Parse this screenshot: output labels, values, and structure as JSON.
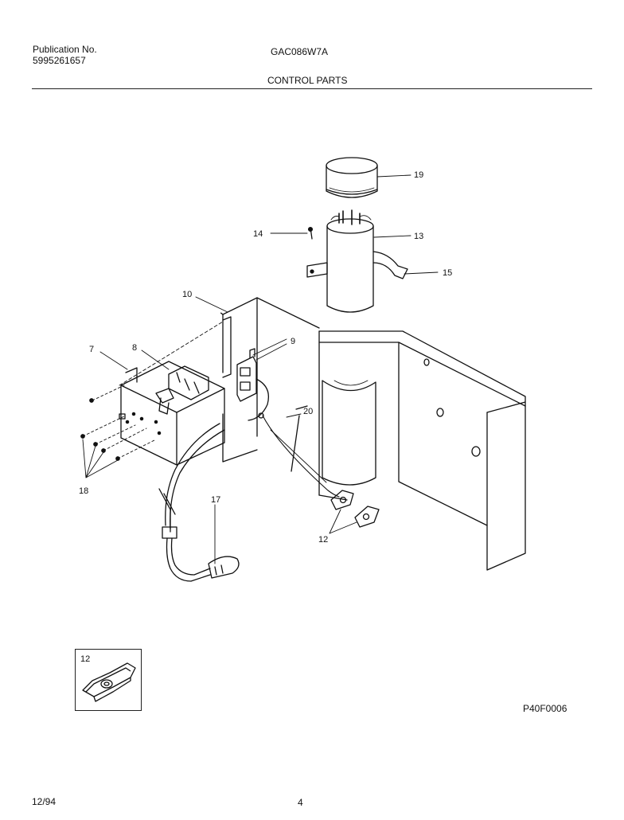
{
  "header": {
    "publication_label": "Publication No.",
    "publication_number": "5995261657",
    "model": "GAC086W7A",
    "section_title": "CONTROL PARTS"
  },
  "callouts": {
    "c19": "19",
    "c14": "14",
    "c13": "13",
    "c15": "15",
    "c10": "10",
    "c7": "7",
    "c8": "8",
    "c9": "9",
    "c20": "20",
    "c18": "18",
    "c17": "17",
    "c12": "12"
  },
  "inset": {
    "label": "12"
  },
  "footer": {
    "drawing_code": "P40F0006",
    "date": "12/94",
    "page_number": "4"
  }
}
